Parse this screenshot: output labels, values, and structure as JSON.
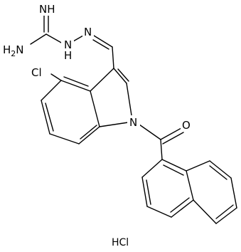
{
  "molecule": {
    "atoms": {
      "nh_imine": "NH",
      "nh2": "H2N",
      "n_hydrazone1": "N",
      "n_hydrazone2": "H",
      "n_hydrazone2_sym": "N",
      "chloro": "Cl",
      "n_indole": "N",
      "o_carbonyl": "O"
    },
    "salt": "HCl"
  }
}
